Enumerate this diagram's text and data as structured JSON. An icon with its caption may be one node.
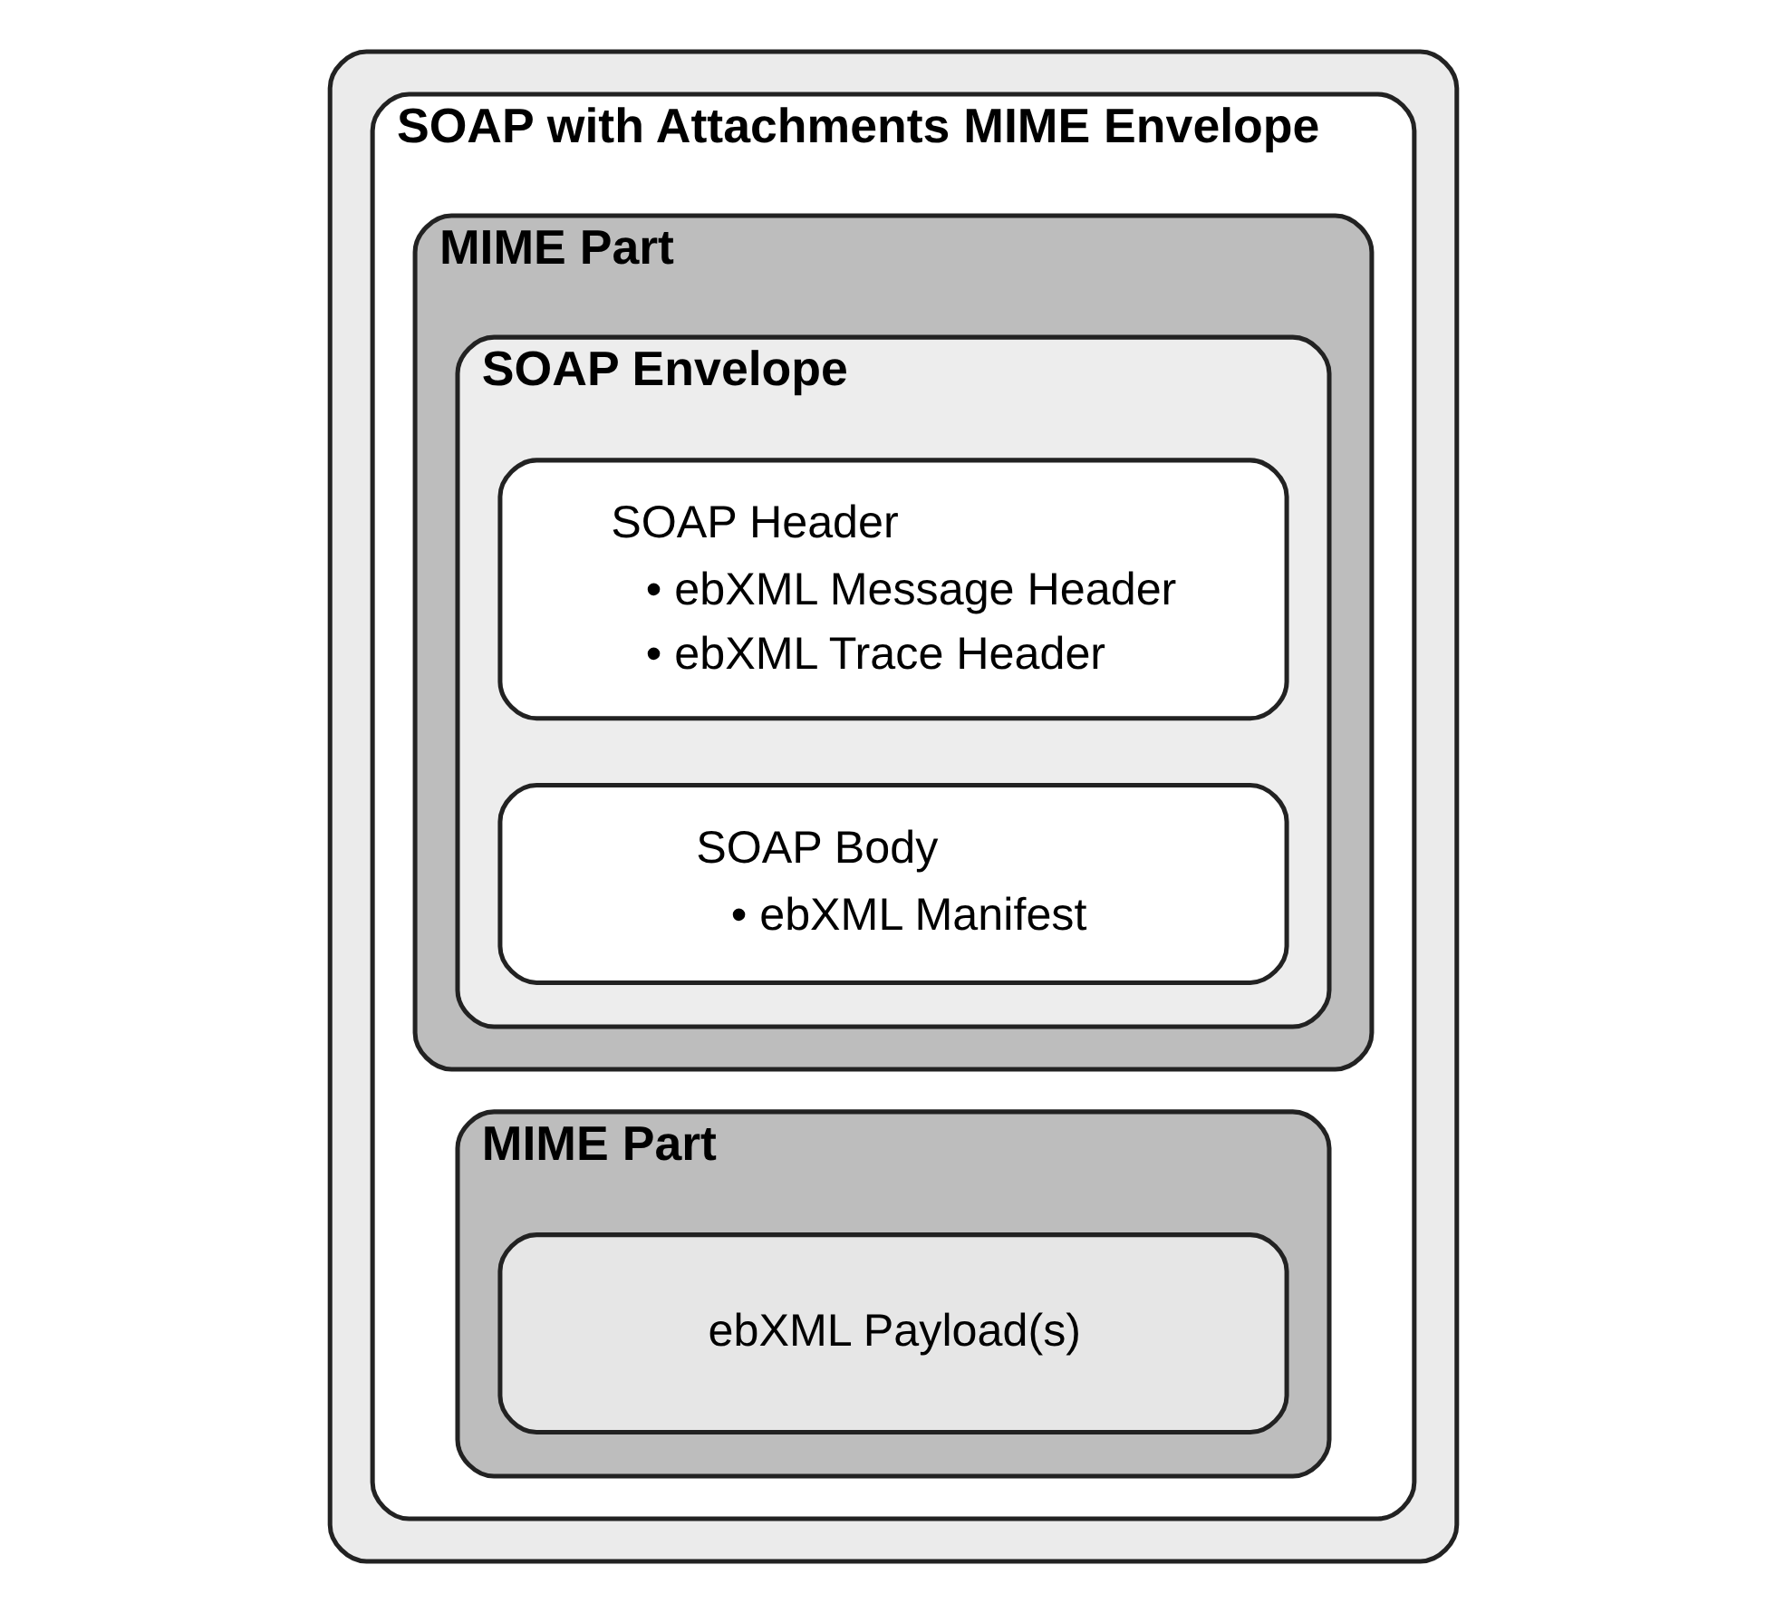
{
  "diagram": {
    "nodes": [
      {
        "text": [],
        "shape": "box"
      },
      {
        "text": [
          "SOAP with Attachments MIME Envelope"
        ],
        "in": 0
      },
      {
        "text": [
          "MIME Part"
        ],
        "in": 1
      },
      {
        "text": [
          "SOAP Envelope"
        ],
        "in": 2
      },
      {
        "text": [
          "SOAP Header",
          "• ebXML Message Header",
          "• ebXML Trace Header"
        ],
        "in": 3
      },
      {
        "text": [
          "SOAP Body",
          "• ebXML Manifest"
        ],
        "in": 3
      },
      {
        "text": [
          "MIME Part"
        ],
        "in": 1
      },
      {
        "text": [
          "ebXML Payload(s)"
        ],
        "in": 6
      }
    ]
  }
}
